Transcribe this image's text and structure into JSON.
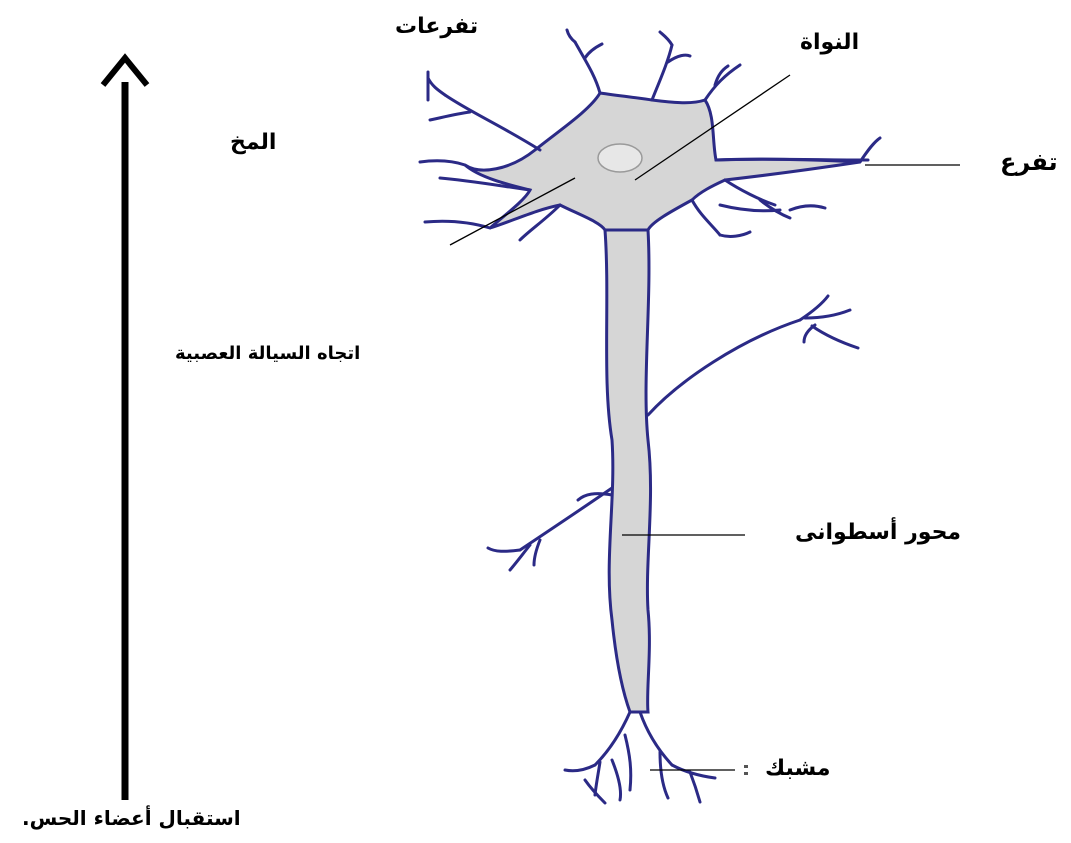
{
  "diagram": {
    "labels": {
      "dendrites_top": "تفرعات",
      "nucleus": "النواة",
      "brain": "المخ",
      "branch": "تفرع",
      "nerve_impulse_direction": "اتجاه السيالة العصبية",
      "axon": "محور أسطوانى",
      "synapse": "مشبك",
      "sense_organs": "استقبال أعضاء الحس."
    },
    "colors": {
      "outline": "#2b2a86",
      "fill": "#d4d4d4",
      "leader_line": "#000000",
      "arrow": "#000000"
    }
  }
}
